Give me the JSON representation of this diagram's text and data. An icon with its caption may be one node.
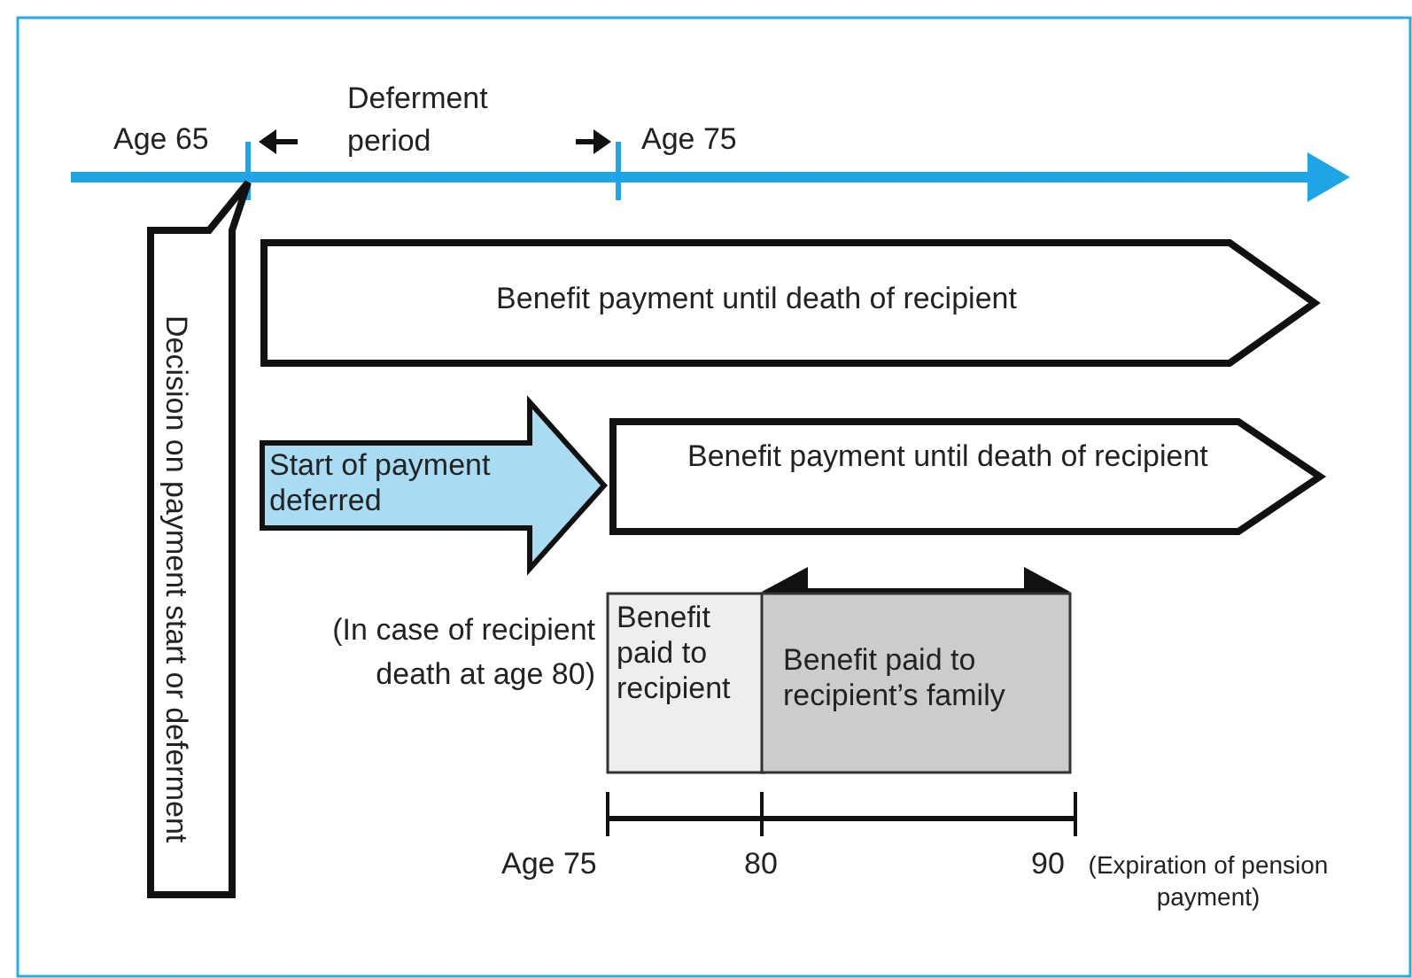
{
  "diagram": {
    "nodes": [
      {
        "text": [
          "Decision on payment start or deferment"
        ]
      },
      {
        "text": [
          "Benefit payment until death of recipient"
        ]
      },
      {
        "text": [
          "Start of payment deferred"
        ]
      },
      {
        "text": [
          "Benefit payment until death of recipient"
        ]
      },
      {
        "text": [
          "Benefit paid to recipient"
        ]
      },
      {
        "text": [
          "Benefit paid to recipient’s family"
        ]
      }
    ],
    "labels": [
      "Age 65",
      "Deferment period",
      "Age 75",
      "(In case of recipient death at age 80)",
      "Age 75",
      "80",
      "90",
      "(Expiration of pension payment)"
    ]
  }
}
